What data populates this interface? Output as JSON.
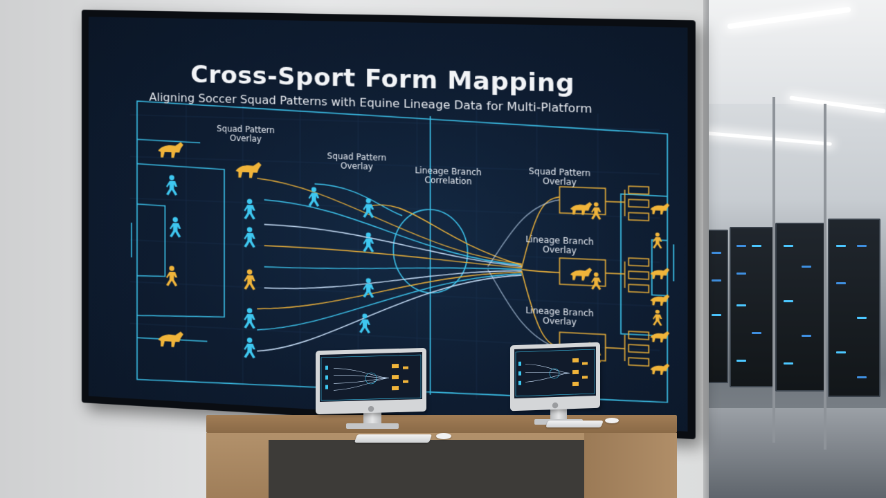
{
  "display": {
    "title": "Cross-Sport Form Mapping",
    "subtitle": "Aligning Soccer Squad Patterns with Equine Lineage Data for Multi-Platform",
    "labels": {
      "squad_overlay_1": "Squad Pattern Overlay",
      "squad_overlay_2": "Squad Pattern Overlay",
      "lineage_correlation": "Lineage Branch Correlation",
      "squad_overlay_right": "Squad Pattern Overlay",
      "lineage_overlay_1": "Lineage Branch Overlay",
      "lineage_overlay_2": "Lineage Branch Overlay"
    }
  },
  "colors": {
    "screen_bg": "#0e1c30",
    "cyan": "#3ec7f0",
    "gold": "#f0b43a",
    "line_white": "#cfe6ff",
    "wall": "#e2e3e4",
    "desk": "#a58259"
  },
  "icons": {
    "horse": "horse-icon",
    "player": "player-icon",
    "apple": "apple-logo-icon"
  }
}
